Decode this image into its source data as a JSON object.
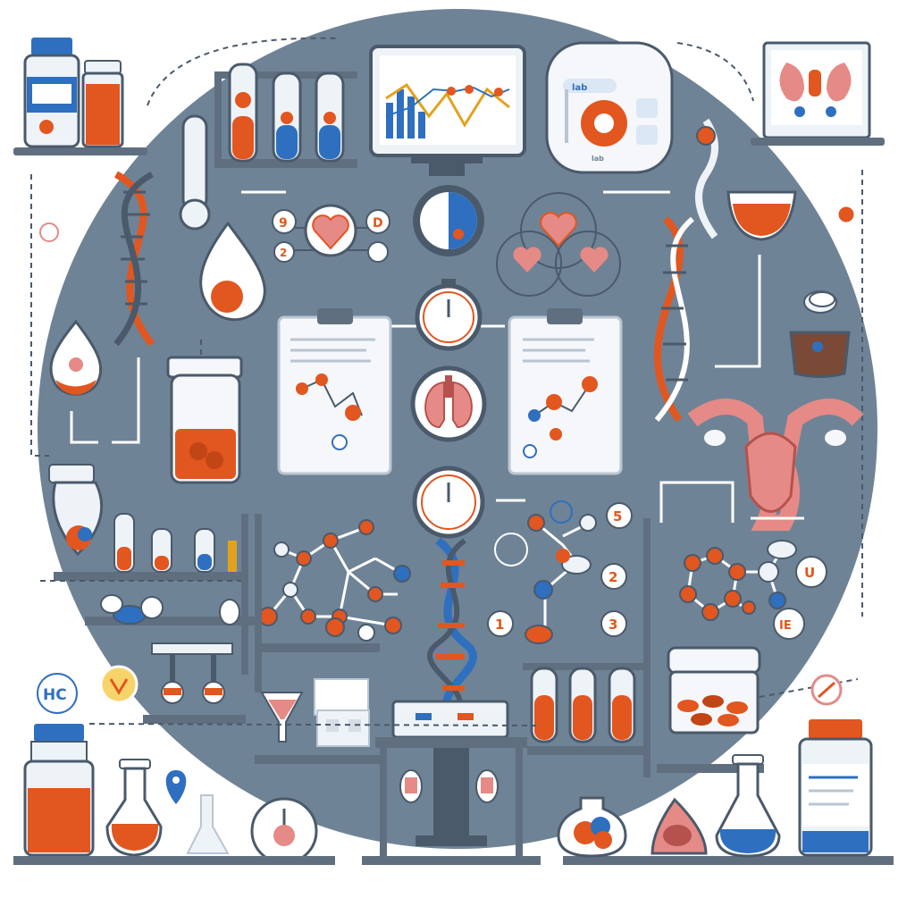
{
  "palette": {
    "background": "#ffffff",
    "circle": "#6f8396",
    "shelf": "#5f6f80",
    "outline": "#4a5a6b",
    "orange": "#e2561f",
    "blue": "#2f6fbf",
    "pink": "#e58a86",
    "glass": "#eef3f8",
    "paper": "#f5f7fa"
  },
  "badges": {
    "b9": "9",
    "bD": "D",
    "b2a": "2",
    "b5": "5",
    "b2b": "2",
    "b1": "1",
    "b3": "3",
    "bU": "U",
    "bIE": "IE",
    "hc": "HC",
    "lab_short": "lab",
    "label_small": "lab"
  },
  "icons": [
    "medicine-bottle-icon",
    "test-tube-icon",
    "monitor-chart-icon",
    "lab-report-icon",
    "dna-icon",
    "thermometer-icon",
    "heart-icon",
    "pie-chart-icon",
    "stopwatch-icon",
    "clipboard-icon",
    "lungs-icon",
    "uterus-icon",
    "molecule-icon",
    "flask-icon",
    "microscope-icon",
    "funnel-icon",
    "location-pin-icon",
    "pill-icon",
    "specimen-jar-icon"
  ]
}
